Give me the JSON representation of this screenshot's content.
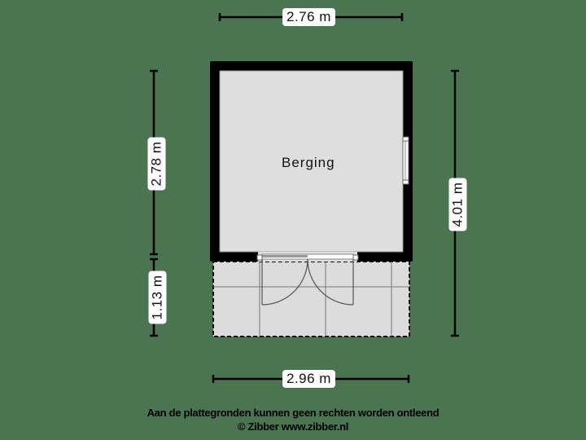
{
  "colors": {
    "background": "#4b7450",
    "wall": "#000000",
    "floor": "#dedede",
    "terrace": "#dcdcdc",
    "dimension_line": "#000000",
    "label_bg": "#ffffff"
  },
  "rooms": [
    {
      "name": "Berging"
    }
  ],
  "dimensions": {
    "top_width": "2.76 m",
    "bottom_width": "2.96 m",
    "left_upper_height": "2.78 m",
    "left_lower_height": "1.13 m",
    "right_total_height": "4.01 m"
  },
  "footer": {
    "disclaimer": "Aan de plattegronden kunnen geen rechten worden ontleend",
    "copyright": "© Zibber www.zibber.nl"
  }
}
